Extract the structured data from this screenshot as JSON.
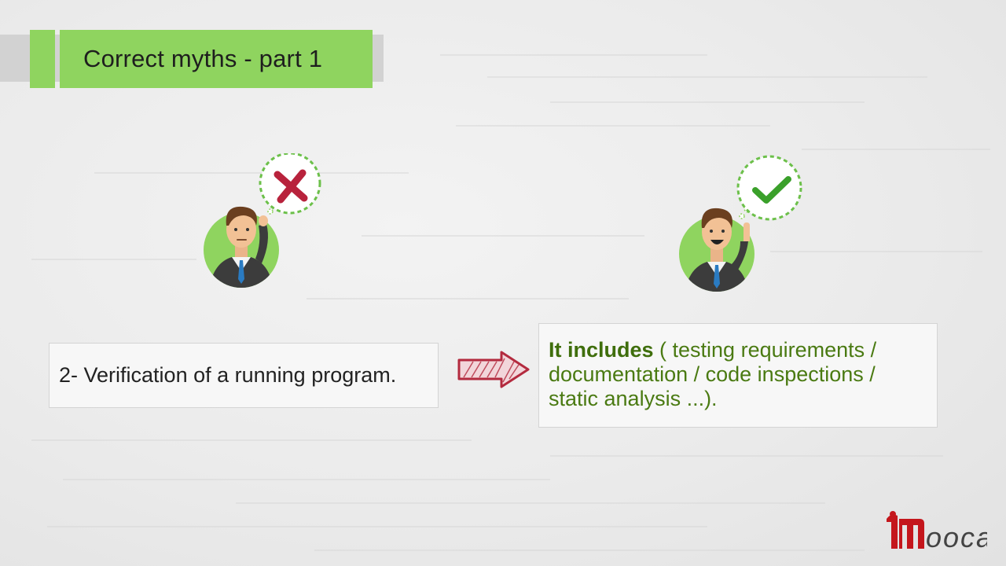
{
  "slide": {
    "title": "Correct myths - part 1"
  },
  "myth": {
    "text": "2- Verification of a running program.",
    "icon": "cross-mark-icon"
  },
  "fact": {
    "lead": "It includes",
    "text": " ( testing requirements / documentation / code inspections / static analysis ...).",
    "icon": "check-mark-icon"
  },
  "colors": {
    "accent_green": "#8fd45f",
    "cross_red": "#b8223c",
    "check_green": "#3aa02a",
    "arrow_red": "#b32a3e",
    "fact_text": "#4a7a12"
  },
  "logo": {
    "text": "ooca",
    "icon": "mooca-logo"
  }
}
